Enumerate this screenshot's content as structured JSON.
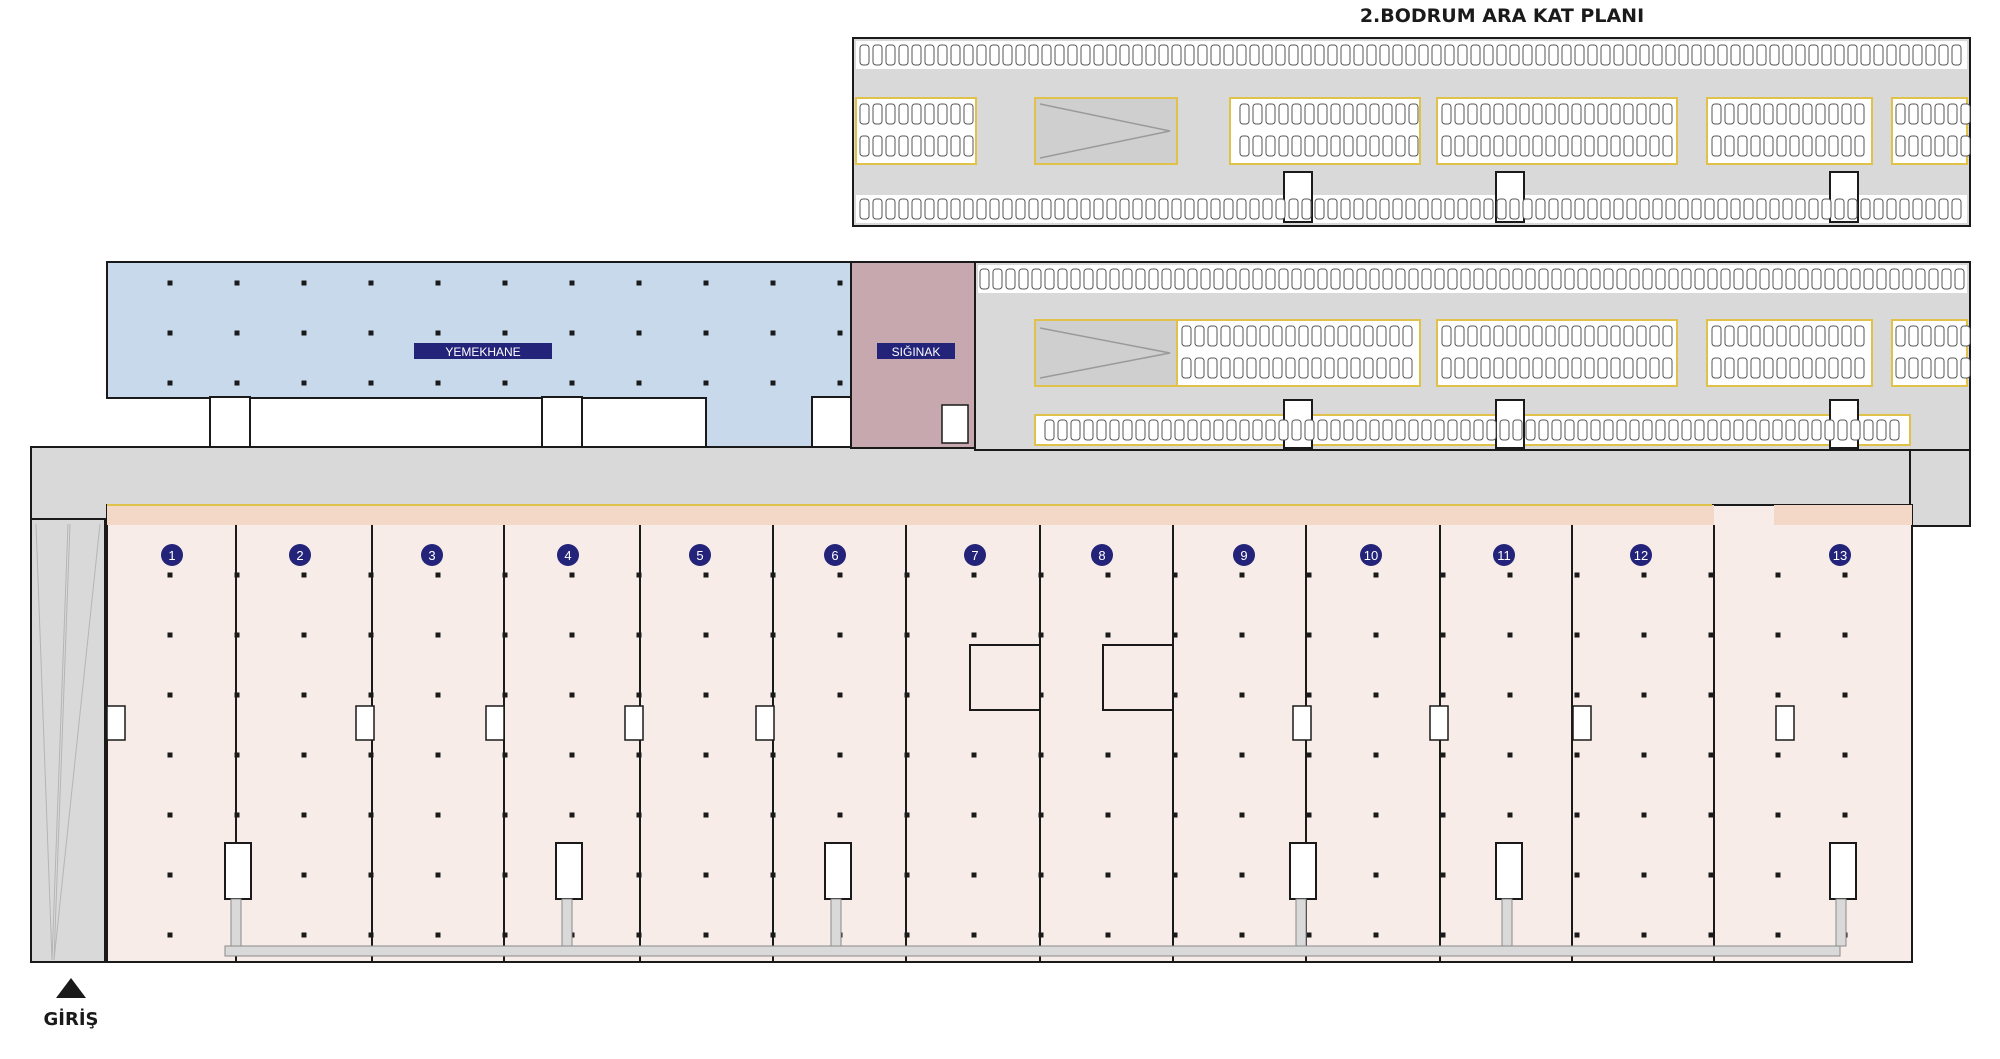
{
  "plan_title": "2.BODRUM ARA KAT PLANI",
  "rooms": {
    "dining": "YEMEKHANE",
    "shelter": "SIĞINAK"
  },
  "entrance": {
    "label": "GİRİŞ"
  },
  "units": [
    "1",
    "2",
    "3",
    "4",
    "5",
    "6",
    "7",
    "8",
    "9",
    "10",
    "11",
    "12",
    "13"
  ],
  "colors": {
    "dining_fill": "#c9d9ec",
    "shelter_fill": "#c7a8ae",
    "unit_fill": "#f7ece7",
    "corridor_fill": "#d9d9d9",
    "strip_fill": "#f3d8c8",
    "badge_fill": "#23237a",
    "outline": "#1a1a1a",
    "parking_line": "#e0c24a"
  }
}
